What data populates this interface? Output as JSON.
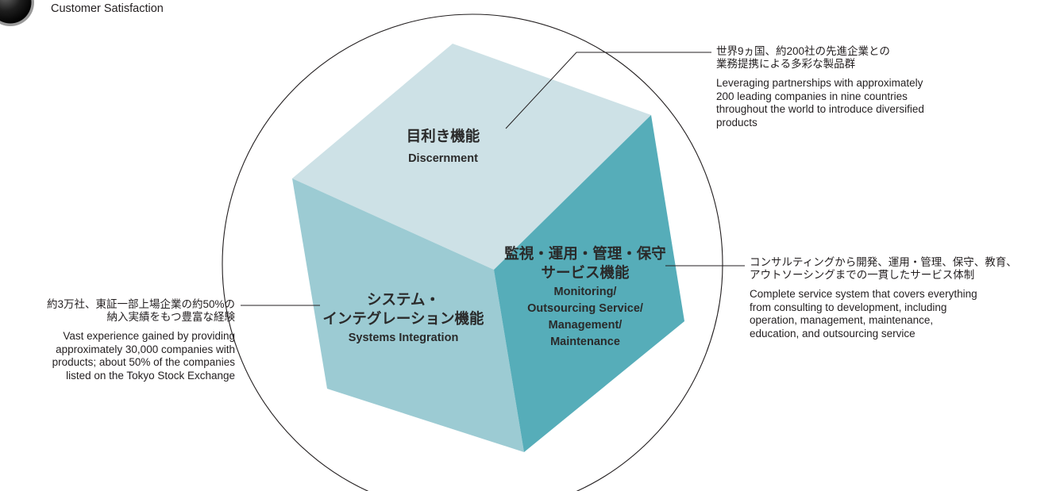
{
  "header": {
    "subtitle": "Customer Satisfaction"
  },
  "colors": {
    "cube_top": "#cde1e6",
    "cube_left": "#9ccbd3",
    "cube_right": "#56adb9",
    "circle_stroke": "#231f20",
    "line_stroke": "#231f20"
  },
  "cube": {
    "top_face": {
      "label_jp": "目利き機能",
      "label_en": "Discernment"
    },
    "left_face": {
      "label_jp": "システム・\nインテグレーション機能",
      "label_en": "Systems Integration"
    },
    "right_face": {
      "label_jp": "監視・運用・管理・保守\nサービス機能",
      "label_en": "Monitoring/\nOutsourcing Service/\nManagement/\nMaintenance"
    }
  },
  "callouts": {
    "top": {
      "jp": "世界9ヵ国、約200社の先進企業との\n業務提携による多彩な製品群",
      "en": "Leveraging partnerships with approximately\n200 leading companies in nine countries\nthroughout the world to introduce diversified\nproducts"
    },
    "right": {
      "jp": "コンサルティングから開発、運用・管理、保守、教育、\nアウトソーシングまでの一貫したサービス体制",
      "en": "Complete service system that covers everything\nfrom consulting to development, including\noperation, management, maintenance,\neducation, and outsourcing service"
    },
    "left": {
      "jp": "約3万社、東証一部上場企業の約50%の\n納入実績をもつ豊富な経験",
      "en": "Vast experience gained by providing\napproximately 30,000 companies with\nproducts; about 50% of the companies\nlisted on the Tokyo Stock Exchange"
    }
  }
}
